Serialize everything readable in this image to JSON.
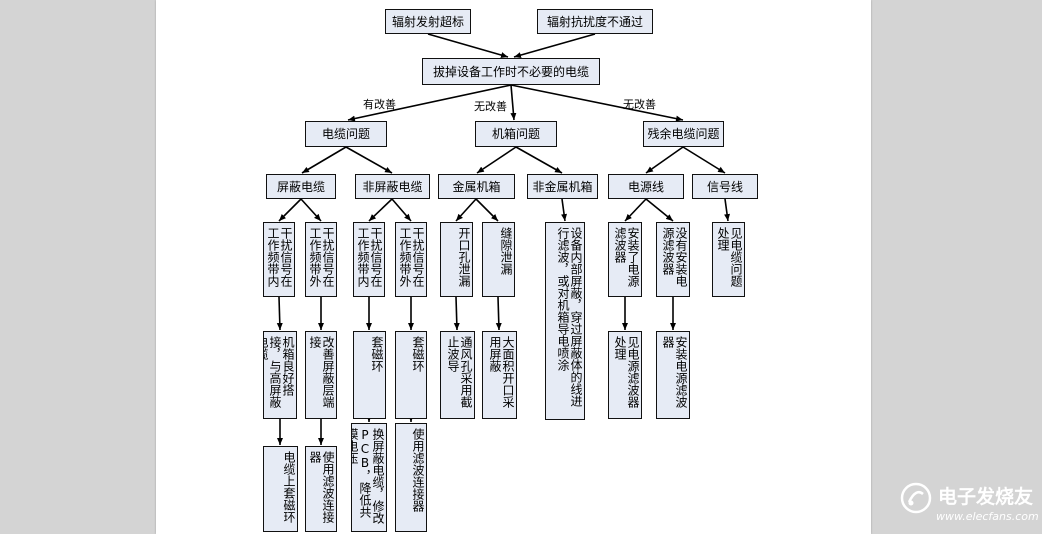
{
  "flowchart": {
    "top_left": "辐射发射超标",
    "top_right": "辐射抗扰度不通过",
    "root": "拔掉设备工作时不必要的电缆",
    "branch_labels": {
      "improved": "有改善",
      "no_improve_mid": "无改善",
      "no_improve_right": "无改善"
    },
    "level2": {
      "cable": "电缆问题",
      "chassis": "机箱问题",
      "residual": "残余电缆问题"
    },
    "level3": {
      "shielded": "屏蔽电缆",
      "unshielded": "非屏蔽电缆",
      "metal": "金属机箱",
      "nonmetal": "非金属机箱",
      "power": "电源线",
      "signal": "信号线"
    },
    "level4": {
      "s_in": "干扰信号在工作频带内",
      "s_out": "干扰信号在工作频带外",
      "u_in": "干扰信号在工作频带内",
      "u_out": "干扰信号在工作频带外",
      "opening": "开口孔泄漏",
      "seam": "缝隙泄漏",
      "nonmetal_fix": "设备内部屏蔽，穿过屏蔽体的线进行滤波，或对机箱导电喷涂",
      "power_has": "安装了电源滤波器",
      "power_none": "没有安装电源滤波器",
      "signal_fix": "见电缆问题处理"
    },
    "level5": {
      "s_in": "机箱良好搭接，与高屏蔽电缆",
      "s_out": "改善屏蔽层端接",
      "u_in": "套磁环",
      "u_out": "套磁环",
      "opening": "通风孔采用截止波导",
      "seam": "大面积开口采用屏蔽",
      "power_has": "见电源滤波器处理",
      "power_none": "安装电源滤波器"
    },
    "level6": {
      "s_in": "电缆上套磁环",
      "s_out": "使用滤波连接器",
      "u_in": "换屏蔽电缆，修改PCB，降低共模电压",
      "u_out": "使用滤波连接器"
    }
  },
  "watermark": {
    "cn": "电子发烧友",
    "url": "www.elecfans.com"
  },
  "colors": {
    "box_fill": "#e6ebf5",
    "background": "#d4d4d4",
    "paper": "#ffffff"
  }
}
